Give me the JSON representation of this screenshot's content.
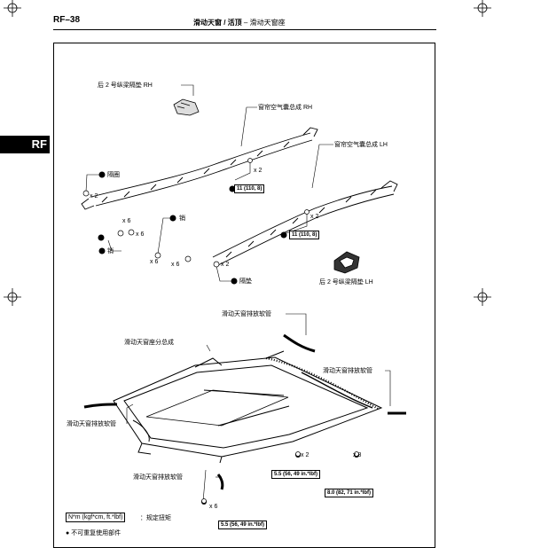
{
  "header": {
    "page_code": "RF–38",
    "section": "滑动天窗 / 活顶",
    "separator": "–",
    "subsection": "滑动天窗座"
  },
  "side_tab": "RF",
  "labels": {
    "rear_spacer_rh": "后 2 号纵梁隔垫 RH",
    "curtain_airbag_rh": "窗帘空气囊总成 RH",
    "curtain_airbag_lh": "窗帘空气囊总成 LH",
    "grommet": "隔圈",
    "pin1": "销",
    "pin2": "销",
    "spacer": "隔垫",
    "rear_spacer_lh": "后 2 号纵梁隔垫 LH",
    "drain_hose_top": "滑动天窗排放软管",
    "housing_sub_assy": "滑动天窗座分总成",
    "drain_hose_right": "滑动天窗排放软管",
    "drain_hose_left": "滑动天窗排放软管",
    "drain_hose_bottom": "滑动天窗排放软管"
  },
  "quantities": {
    "x2_a": "x 2",
    "x2_b": "x 2",
    "x6_a": "x 6",
    "x6_b": "x 6",
    "x6_c": "x 6",
    "x6_d": "x 6",
    "x2_c": "x 2",
    "x2_d": "x 2",
    "x8": "x 8",
    "x6_e": "x 6",
    "x2_e": "x 2"
  },
  "torques": {
    "t_rh": "11 (110, 8)",
    "t_lh": "11 (110, 8)",
    "t_55_a": "5.5 (56, 49 in.*lbf)",
    "t_80": "8.0 (82, 71 in.*lbf)",
    "t_55_b": "5.5 (56, 49 in.*lbf)"
  },
  "legend": {
    "torque_unit": "N*m (kgf*cm, ft.*lbf)",
    "torque_desc": "：规定扭矩",
    "nonreusable": "不可重复使用部件"
  },
  "colors": {
    "ink": "#000000",
    "paper": "#ffffff",
    "gray": "#777777"
  }
}
